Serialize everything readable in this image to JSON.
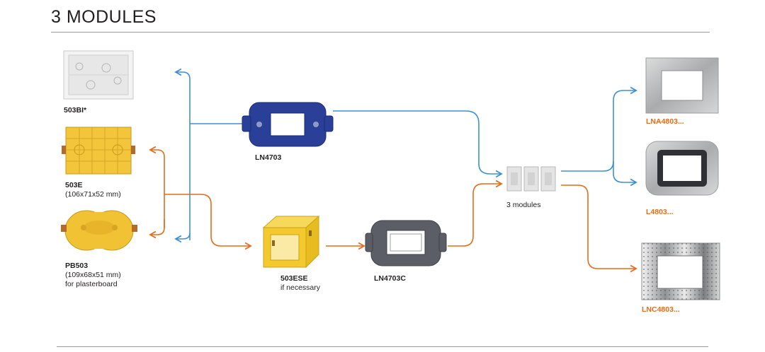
{
  "title": "3 MODULES",
  "colors": {
    "blue": "#3d8fd6",
    "orange": "#e46c1b"
  },
  "items": {
    "box_503bi": {
      "code": "503BI*"
    },
    "box_503e": {
      "code": "503E",
      "note": "(106x71x52 mm)"
    },
    "box_pb503": {
      "code": "PB503",
      "note": "(109x68x51 mm)",
      "note2": "for plasterboard"
    },
    "support_ln4703": {
      "code": "LN4703"
    },
    "spacer_503ese": {
      "code": "503ESE",
      "note": "if necessary"
    },
    "support_ln4703c": {
      "code": "LN4703C"
    },
    "modules": {
      "label": "3 modules"
    },
    "plate_lna4803": {
      "code": "LNA4803..."
    },
    "plate_l4803": {
      "code": "L4803..."
    },
    "plate_lnc4803": {
      "code": "LNC4803..."
    }
  }
}
